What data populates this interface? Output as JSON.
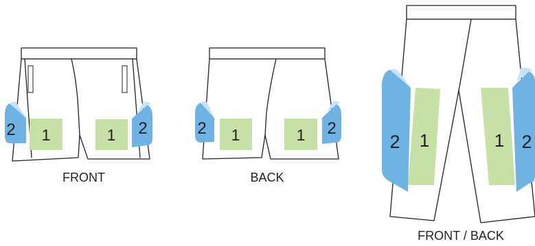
{
  "colors": {
    "zone_1": "#c7e0a6",
    "zone_2": "#6fb2e4",
    "zone_2_light": "#c6e3f5",
    "outline": "#231f20"
  },
  "zones": {
    "primary": "1",
    "secondary": "2"
  },
  "labels": {
    "front": "FRONT",
    "back": "BACK",
    "front_back": "FRONT / BACK"
  }
}
